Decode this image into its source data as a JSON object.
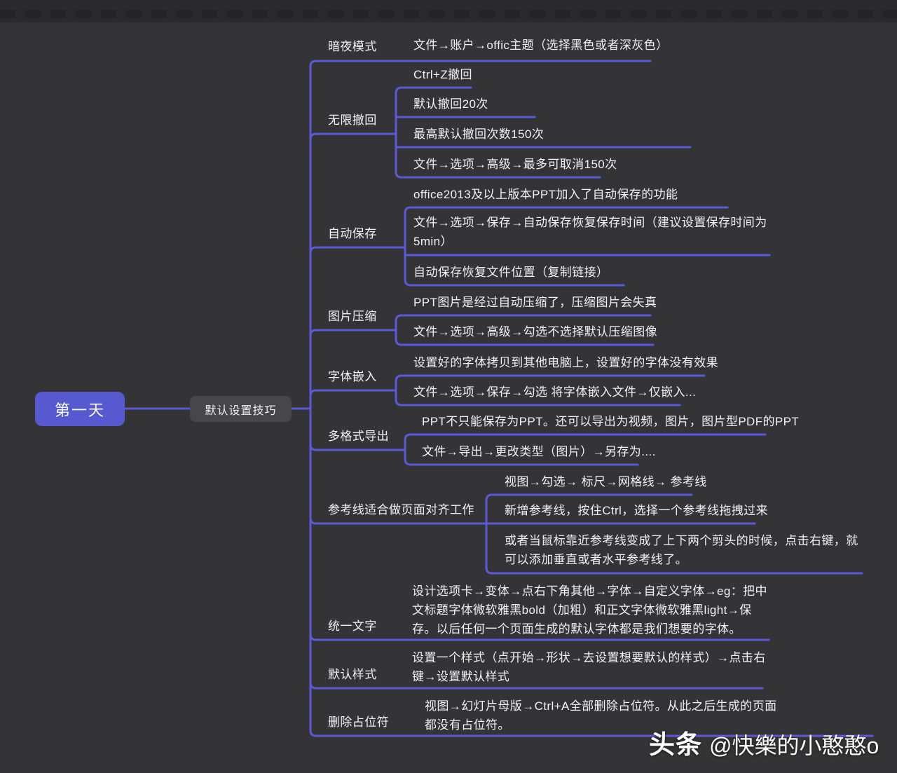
{
  "canvas": {
    "background": "#343437",
    "topbar_color": "#2a2a2c",
    "line_color": "#5c59d8",
    "root_fill": "#5659d0",
    "hub_fill": "#47474b",
    "text_color": "#f2f2f2"
  },
  "root": {
    "label": "第一天"
  },
  "hub": {
    "label": "默认设置技巧"
  },
  "branches": [
    {
      "label": "暗夜模式",
      "items": [
        {
          "text": "文件→账户→offic主题（选择黑色或者深灰色）"
        }
      ]
    },
    {
      "label": "无限撤回",
      "items": [
        {
          "text": "Ctrl+Z撤回"
        },
        {
          "text": "默认撤回20次"
        },
        {
          "text": "最高默认撤回次数150次"
        },
        {
          "text": "文件→选项→高级→最多可取消150次"
        }
      ]
    },
    {
      "label": "自动保存",
      "items": [
        {
          "text": "office2013及以上版本PPT加入了自动保存的功能"
        },
        {
          "text": "文件→选项→保存→自动保存恢复保存时间（建议设置保存时间为5min）"
        },
        {
          "text": "自动保存恢复文件位置（复制链接）"
        }
      ]
    },
    {
      "label": "图片压缩",
      "items": [
        {
          "text": "PPT图片是经过自动压缩了，压缩图片会失真"
        },
        {
          "text": "文件→选项→高级→勾选不选择默认压缩图像"
        }
      ]
    },
    {
      "label": "字体嵌入",
      "items": [
        {
          "text": "设置好的字体拷贝到其他电脑上，设置好的字体没有效果"
        },
        {
          "text": "文件→选项→保存→勾选 将字体嵌入文件→仅嵌入..."
        }
      ]
    },
    {
      "label": "多格式导出",
      "items": [
        {
          "text": "PPT不只能保存为PPT。还可以导出为视频，图片，图片型PDF的PPT"
        },
        {
          "text": "文件→导出→更改类型（图片）→另存为...."
        }
      ]
    },
    {
      "label": "参考线适合做页面对齐工作",
      "items": [
        {
          "text": "视图→勾选→ 标尺→网格线→ 参考线"
        },
        {
          "text": "新增参考线，按住Ctrl，选择一个参考线拖拽过来"
        },
        {
          "text": "或者当鼠标靠近参考线变成了上下两个剪头的时候，点击右键，就可以添加垂直或者水平参考线了。"
        }
      ]
    },
    {
      "label": "统一文字",
      "items": [
        {
          "text": "设计选项卡→变体→点右下角其他→字体→自定义字体→eg：把中文标题字体微软雅黑bold（加粗）和正文字体微软雅黑light→保存。以后任何一个页面生成的默认字体都是我们想要的字体。"
        }
      ]
    },
    {
      "label": "默认样式",
      "items": [
        {
          "text": "设置一个样式（点开始→形状→去设置想要默认的样式）→点击右键→设置默认样式"
        }
      ]
    },
    {
      "label": "删除占位符",
      "items": [
        {
          "text": "视图→幻灯片母版→Ctrl+A全部删除占位符。从此之后生成的页面都没有占位符。"
        }
      ]
    }
  ],
  "watermark": {
    "brand": "头条",
    "handle": "@快樂的小憨憨o"
  }
}
